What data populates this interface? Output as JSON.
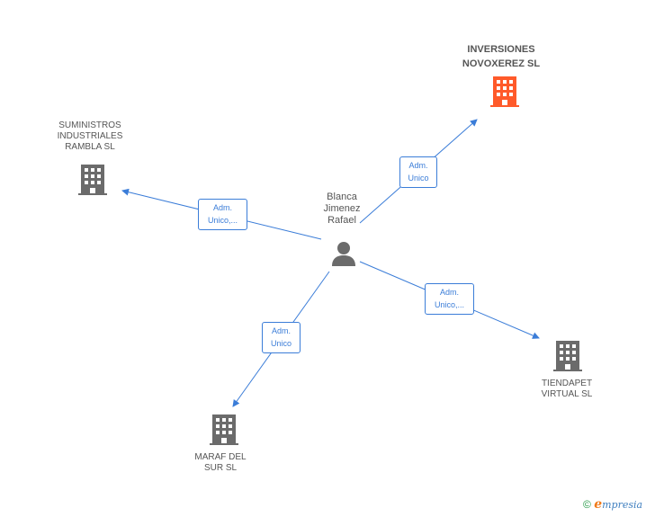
{
  "center": {
    "name": "Blanca\nJimenez\nRafael"
  },
  "nodes": {
    "inversiones": {
      "label": "INVERSIONES\nNOVOXEREZ SL",
      "color": "#ff5a2a",
      "icon": "building-icon"
    },
    "suministros": {
      "label": "SUMINISTROS\nINDUSTRIALES\nRAMBLA SL",
      "color": "#6b6b6b",
      "icon": "building-icon"
    },
    "tiendapet": {
      "label": "TIENDAPET\nVIRTUAL  SL",
      "color": "#6b6b6b",
      "icon": "building-icon"
    },
    "maraf": {
      "label": "MARAF DEL\nSUR SL",
      "color": "#6b6b6b",
      "icon": "building-icon"
    }
  },
  "edges": {
    "inversiones": "Adm.\nUnico",
    "suministros": "Adm.\nUnico,...",
    "tiendapet": "Adm.\nUnico,...",
    "maraf": "Adm.\nUnico"
  },
  "colors": {
    "edge": "#3b7dd8",
    "person": "#6b6b6b"
  },
  "brand": {
    "copyright": "©",
    "e": "e",
    "rest": "mpresia"
  }
}
